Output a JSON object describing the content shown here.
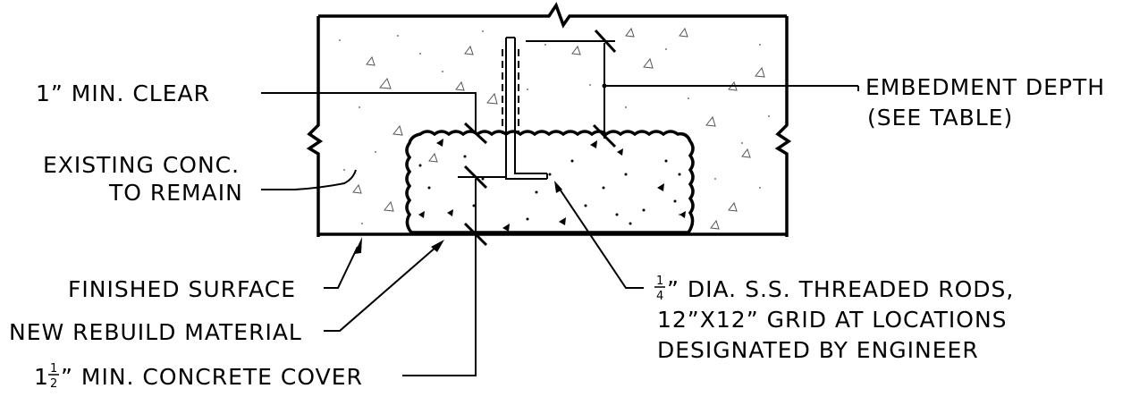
{
  "labels": {
    "min_clear": "1” MIN. CLEAR",
    "existing_conc_line1": "EXISTING CONC.",
    "existing_conc_line2": "TO REMAIN",
    "finished_surface": "FINISHED SURFACE",
    "new_rebuild": "NEW REBUILD MATERIAL",
    "cover_whole": "1",
    "cover_frac_num": "1",
    "cover_frac_den": "2",
    "cover_rest": "” MIN. CONCRETE COVER",
    "embedment_line1": "EMBEDMENT DEPTH",
    "embedment_line2": "(SEE TABLE)",
    "rods_frac_num": "1",
    "rods_frac_den": "4",
    "rods_line1_rest": "” DIA. S.S. THREADED RODS,",
    "rods_line2": "12”X12” GRID AT LOCATIONS",
    "rods_line3": "DESIGNATED BY ENGINEER"
  },
  "colors": {
    "line": "#000000",
    "background": "#ffffff"
  }
}
